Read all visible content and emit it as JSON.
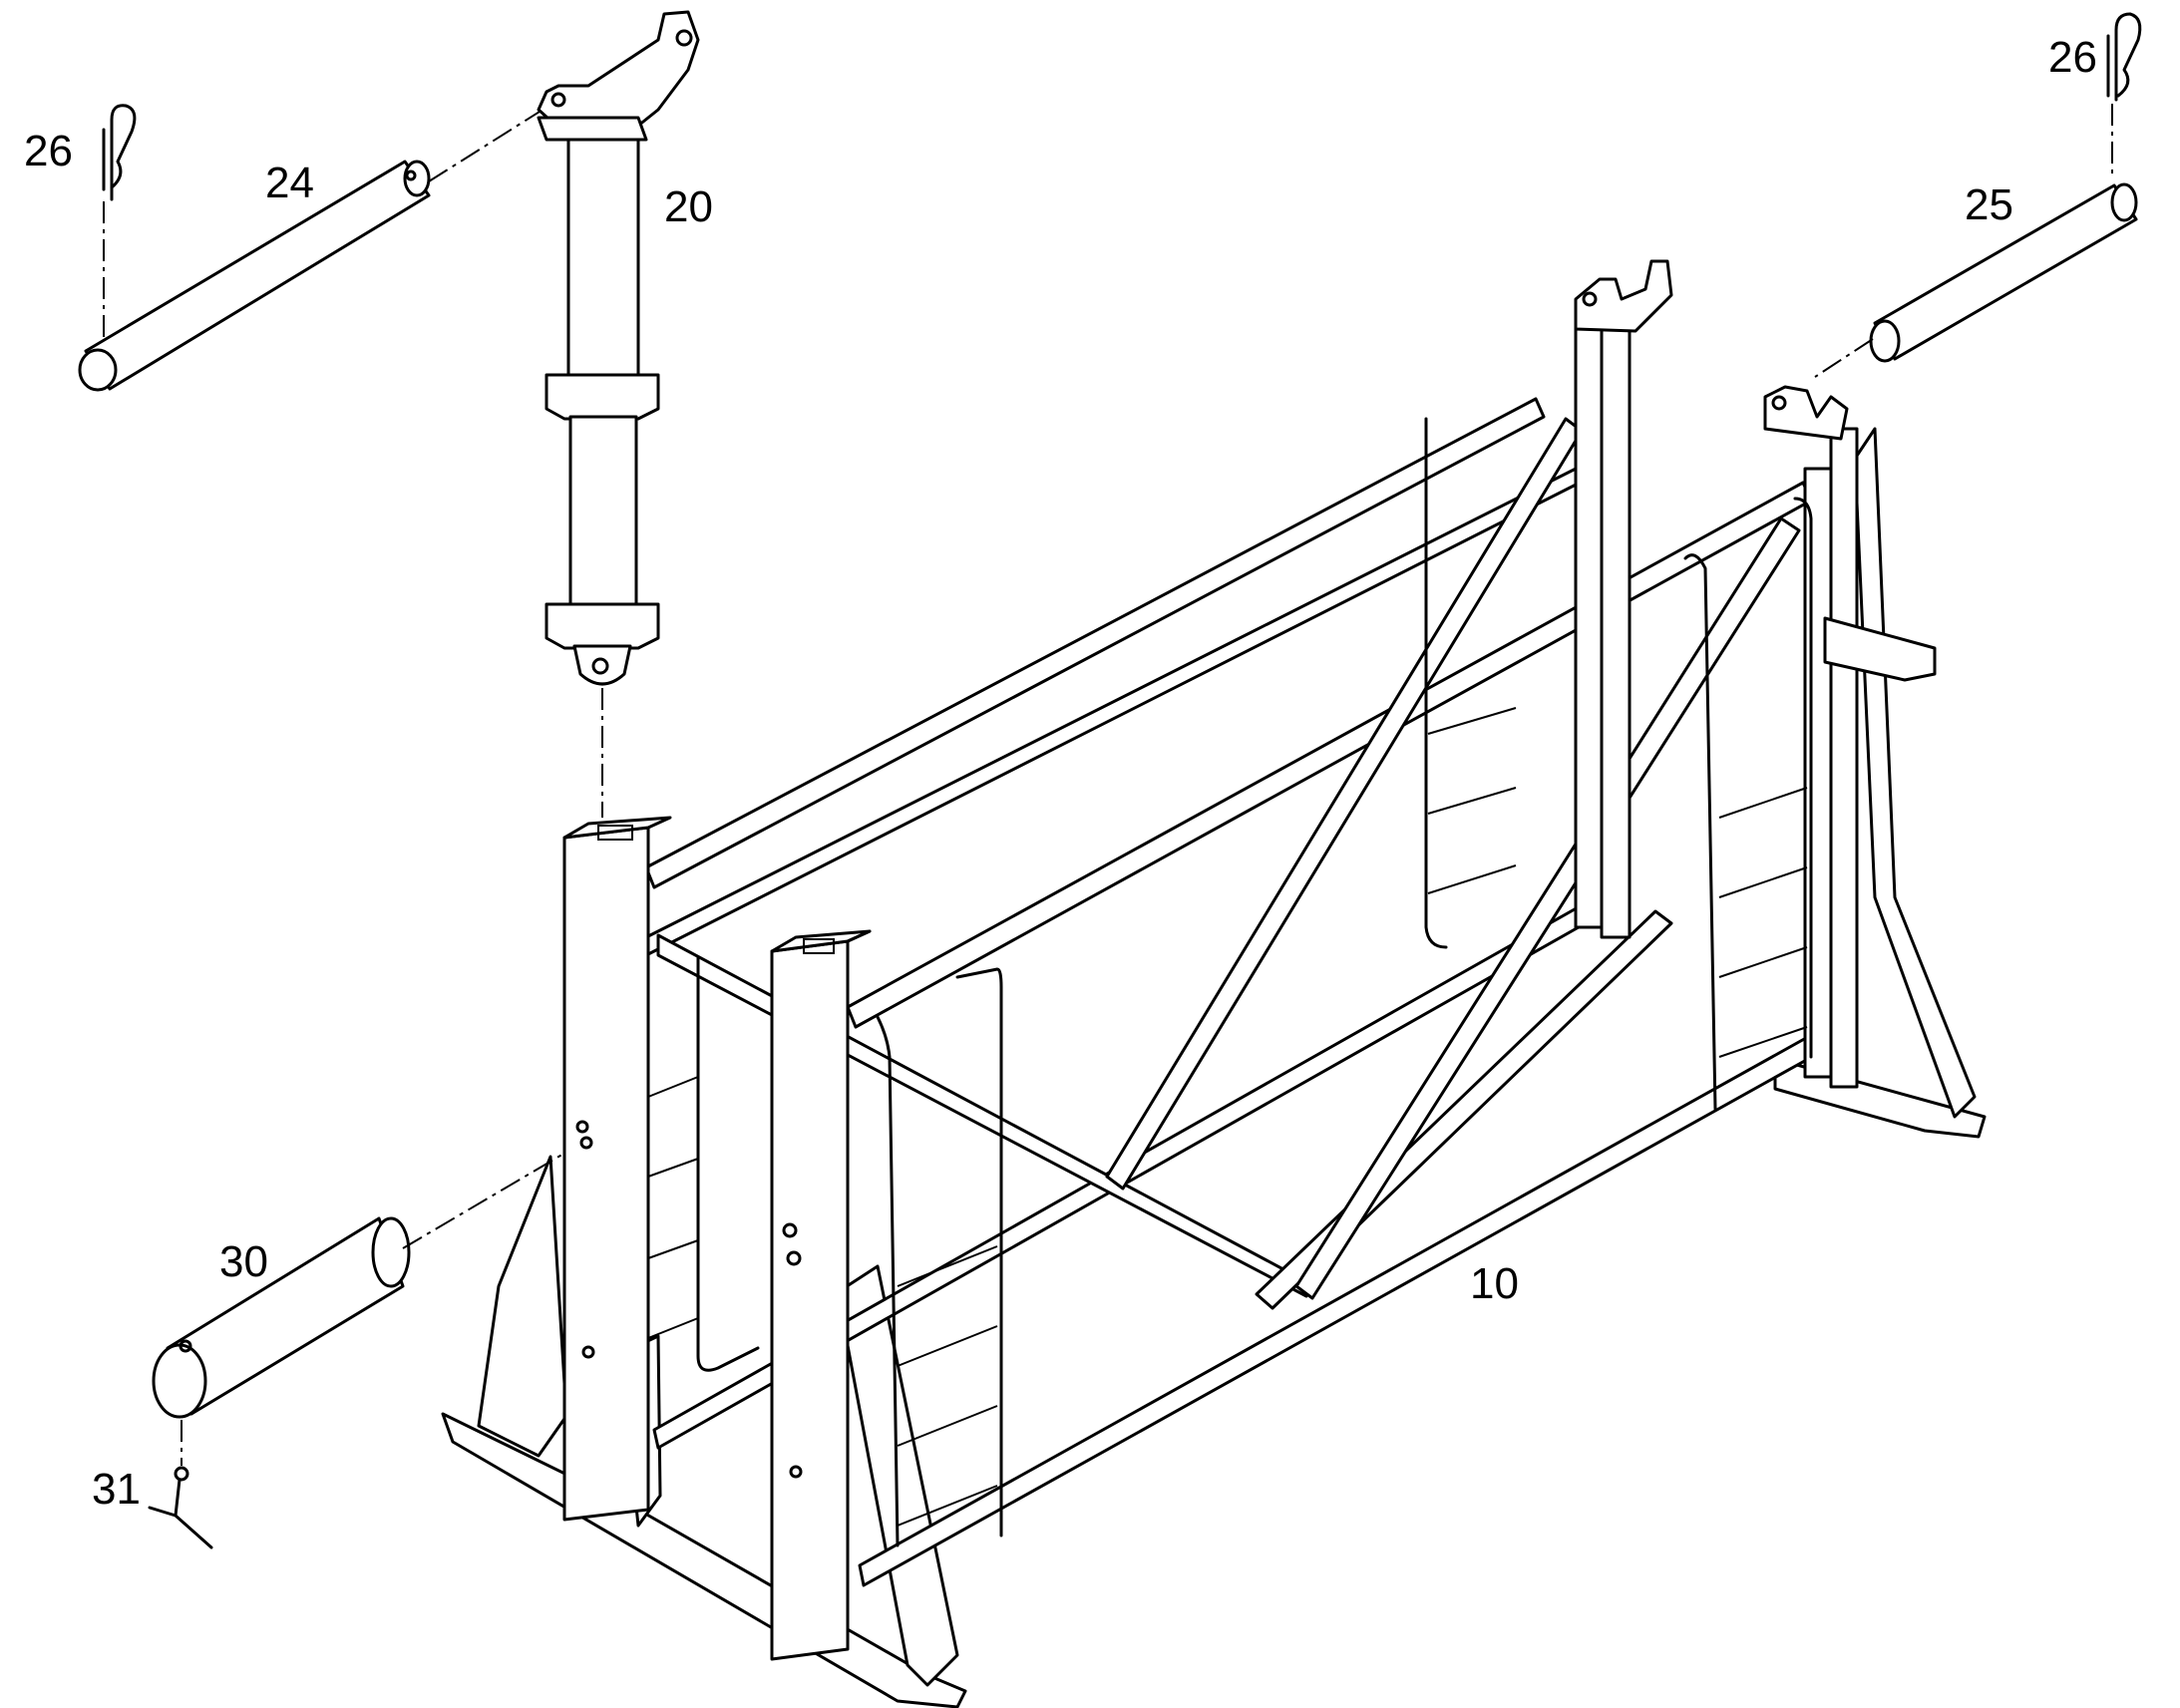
{
  "labels": {
    "l26a": "26",
    "l24": "24",
    "l20": "20",
    "l26b": "26",
    "l25": "25",
    "l10": "10",
    "l30": "30",
    "l31": "31"
  }
}
